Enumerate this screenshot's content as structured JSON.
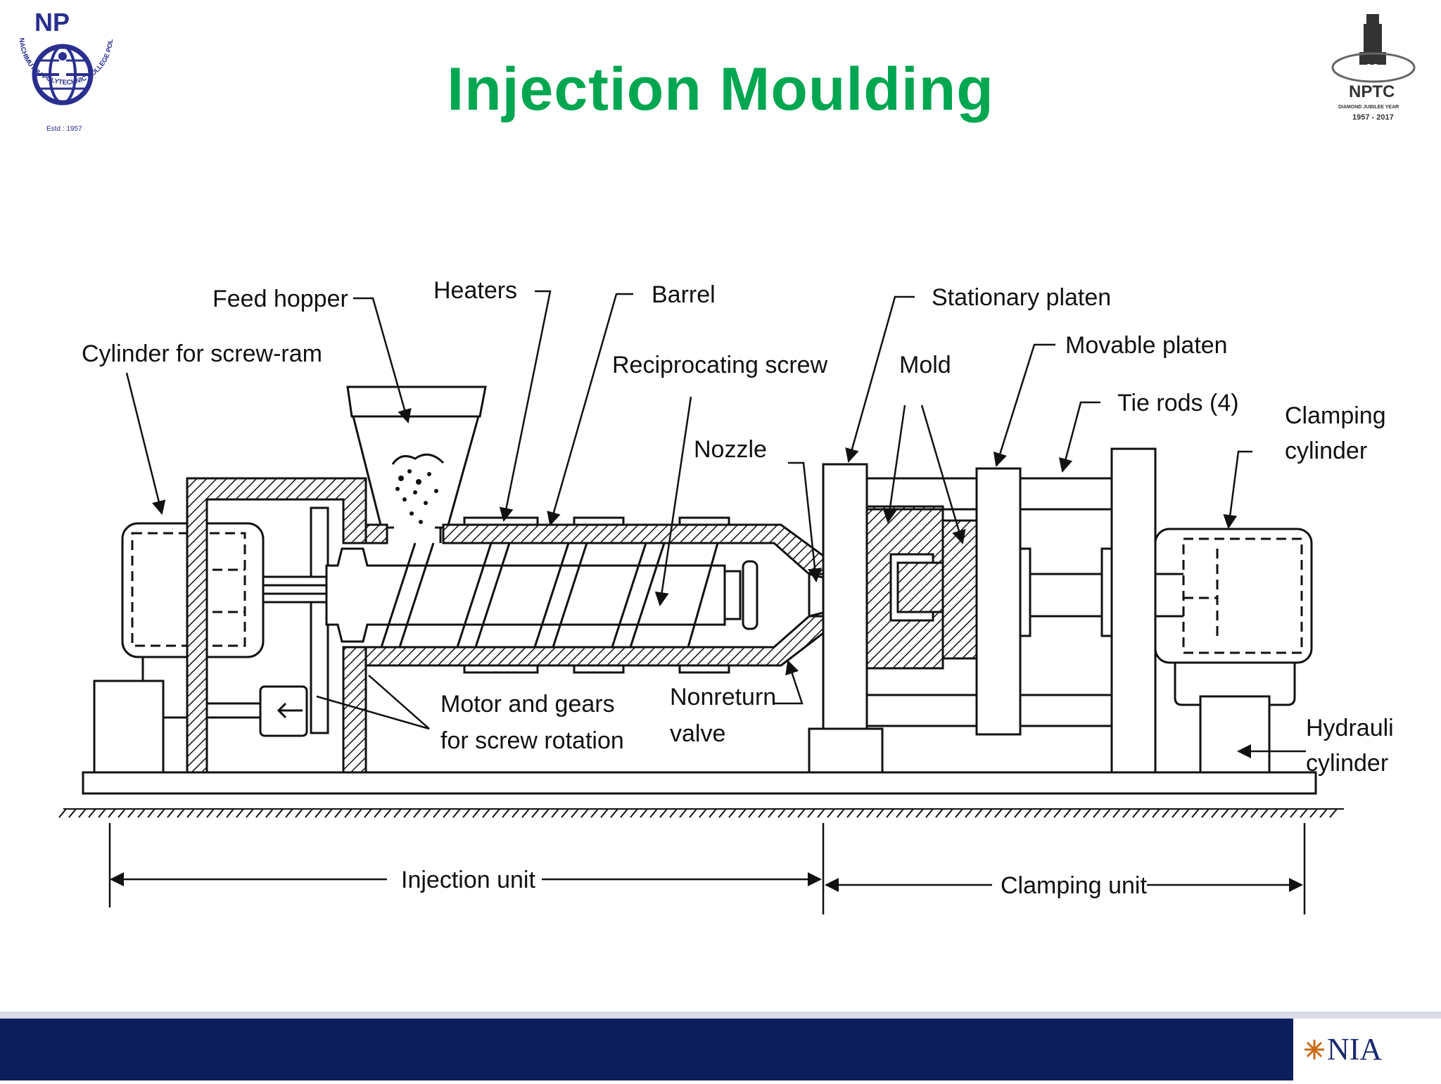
{
  "slide": {
    "title": "Injection Moulding",
    "accent_color": "#00a650",
    "footer_color": "#0c1f5c"
  },
  "logo_left": {
    "initials": "NP",
    "ring_text": "NACHIMUTHU POLYTECHNIC COLLEGE POLLACHI",
    "estd": "Estd : 1957"
  },
  "logo_right": {
    "number": "60",
    "name": "NPTC",
    "tagline": "DIAMOND JUBILEE YEAR",
    "years": "1957 - 2017"
  },
  "footer_logo": {
    "text": "NIA"
  },
  "diagram": {
    "labels": {
      "feed_hopper": "Feed hopper",
      "heaters": "Heaters",
      "barrel": "Barrel",
      "stationary_platen": "Stationary platen",
      "movable_platen": "Movable platen",
      "cylinder_screw_ram": "Cylinder for screw-ram",
      "reciprocating_screw": "Reciprocating screw",
      "mold": "Mold",
      "tie_rods": "Tie rods (4)",
      "clamping_cylinder_1": "Clamping",
      "clamping_cylinder_2": "cylinder",
      "nozzle": "Nozzle",
      "motor_gears_1": "Motor and gears",
      "motor_gears_2": "for screw rotation",
      "nonreturn_1": "Nonreturn",
      "nonreturn_2": "valve",
      "hydraulic_1": "Hydraulic",
      "hydraulic_2": "cylinder",
      "injection_unit": "Injection unit",
      "clamping_unit": "Clamping unit"
    }
  }
}
